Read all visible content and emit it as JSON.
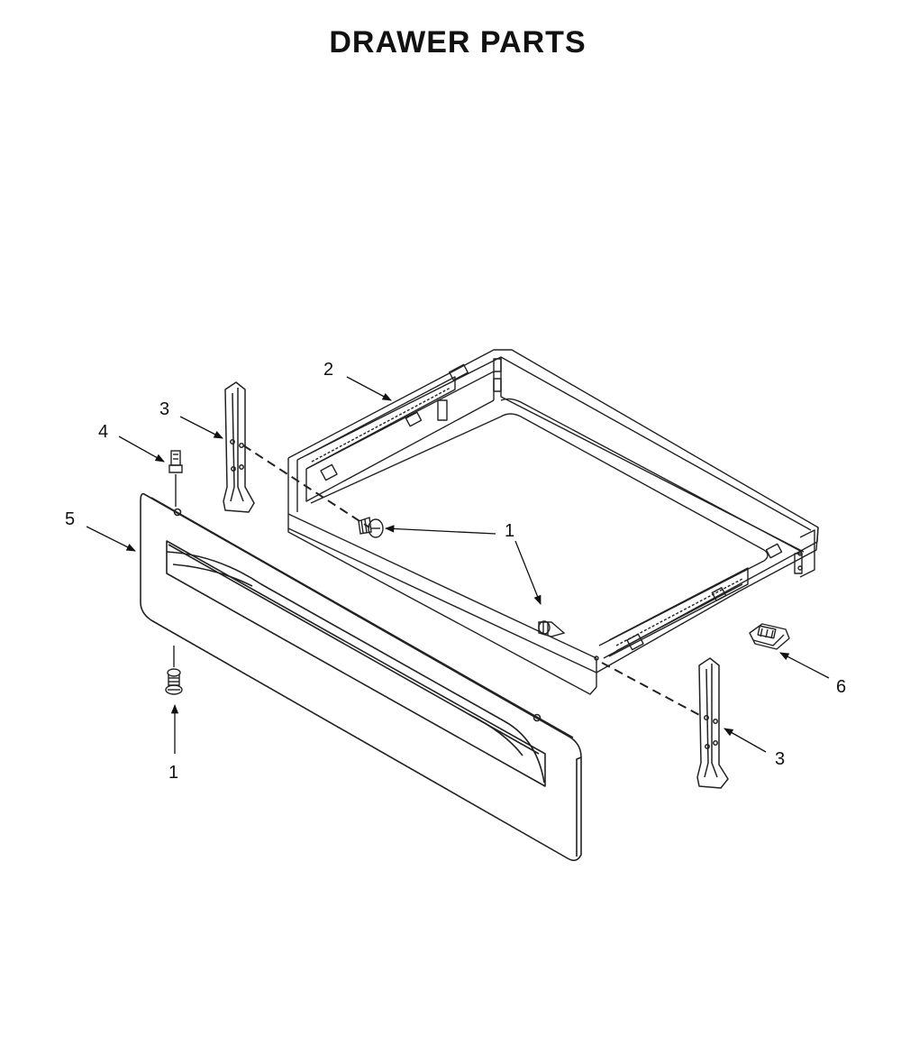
{
  "title": "DRAWER PARTS",
  "callouts": [
    {
      "id": "c2",
      "label": "2"
    },
    {
      "id": "c3a",
      "label": "3"
    },
    {
      "id": "c4",
      "label": "4"
    },
    {
      "id": "c5",
      "label": "5"
    },
    {
      "id": "c1a",
      "label": "1"
    },
    {
      "id": "c1b",
      "label": "1"
    },
    {
      "id": "c6",
      "label": "6"
    },
    {
      "id": "c3b",
      "label": "3"
    }
  ]
}
